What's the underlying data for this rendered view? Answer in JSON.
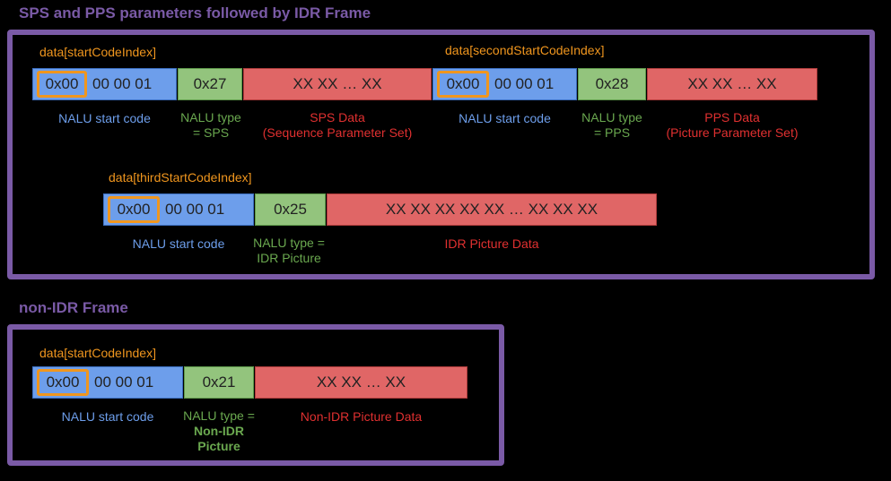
{
  "section1": {
    "title": "SPS and PPS parameters followed by IDR Frame",
    "row1": {
      "index_label_1": "data[startCodeIndex]",
      "index_label_2": "data[secondStartCodeIndex]",
      "start_code_first": "0x00",
      "start_code_rest": "00  00  01",
      "sps_type": "0x27",
      "sps_data": "XX  XX  …  XX",
      "pps_type": "0x28",
      "pps_data": "XX  XX  … XX",
      "cap_start_code": "NALU start code",
      "cap_sps_type_1": "NALU type",
      "cap_sps_type_2": "= SPS",
      "cap_sps_data_1": "SPS Data",
      "cap_sps_data_2": "(Sequence Parameter Set)",
      "cap_pps_type_1": "NALU type",
      "cap_pps_type_2": "= PPS",
      "cap_pps_data_1": "PPS Data",
      "cap_pps_data_2": "(Picture Parameter Set)"
    },
    "row2": {
      "index_label": "data[thirdStartCodeIndex]",
      "start_code_first": "0x00",
      "start_code_rest": "00  00  01",
      "idr_type": "0x25",
      "idr_data": "XX  XX  XX  XX  XX  …  XX  XX  XX",
      "cap_start_code": "NALU start code",
      "cap_type_1": "NALU type =",
      "cap_type_2": "IDR Picture",
      "cap_data": "IDR Picture Data"
    }
  },
  "section2": {
    "title": "non-IDR Frame",
    "index_label": "data[startCodeIndex]",
    "start_code_first": "0x00",
    "start_code_rest": "00  00  01",
    "type": "0x21",
    "data": "XX  XX    …   XX",
    "cap_start_code": "NALU start code",
    "cap_type_1": "NALU type =",
    "cap_type_2": "Non-IDR",
    "cap_type_3": "Picture",
    "cap_data": "Non-IDR Picture Data"
  },
  "colors": {
    "frame_border": "#7a5aa6",
    "start_code": "#6d9eeb",
    "nalu_type": "#93c47d",
    "payload": "#e06666",
    "index_highlight": "#f0961e"
  }
}
